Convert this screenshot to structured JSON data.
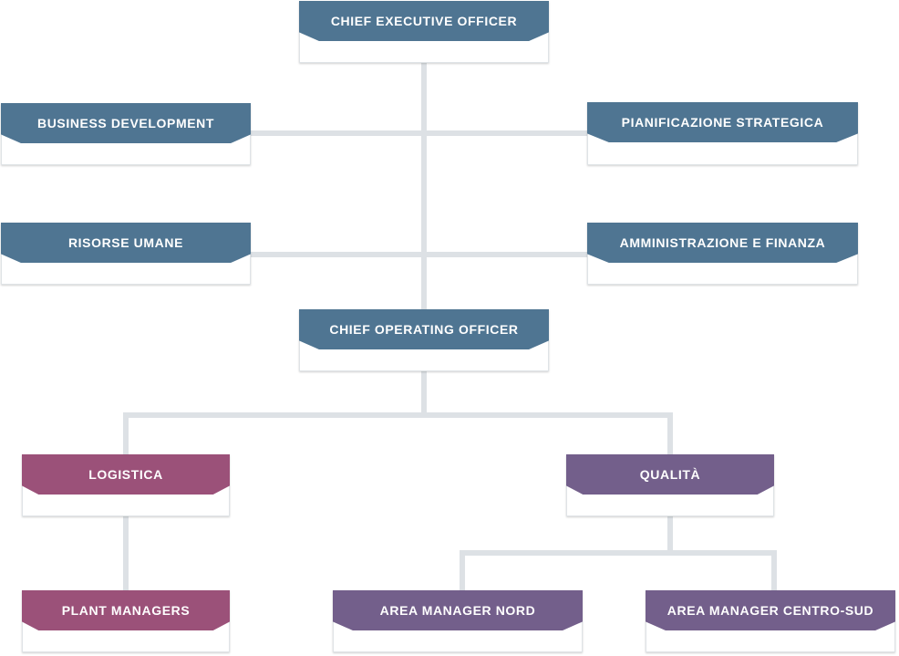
{
  "colors": {
    "connector": "#dde1e5",
    "executive": "#4f7592",
    "operations": "#9b5179",
    "quality": "#735f8b"
  },
  "nodes": {
    "ceo": "CHIEF EXECUTIVE OFFICER",
    "business_development": "BUSINESS DEVELOPMENT",
    "strategic_planning": "PIANIFICAZIONE STRATEGICA",
    "human_resources": "RISORSE UMANE",
    "administration_finance": "AMMINISTRAZIONE E FINANZA",
    "coo": "CHIEF OPERATING OFFICER",
    "logistics": "LOGISTICA",
    "quality": "QUALITÀ",
    "plant_managers": "PLANT MANAGERS",
    "area_manager_north": "AREA MANAGER NORD",
    "area_manager_center_south": "AREA MANAGER CENTRO-SUD"
  }
}
